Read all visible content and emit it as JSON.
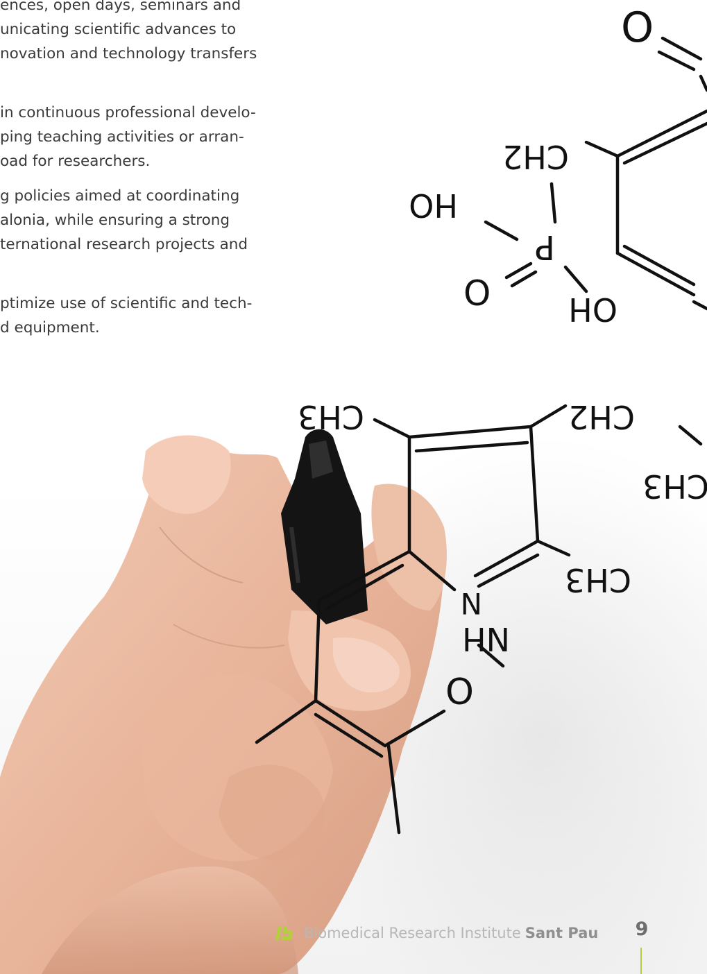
{
  "body_text": {
    "paragraphs": [
      {
        "lines": [
          "ences, open days, seminars and",
          "unicating scientific advances to",
          "novation and technology transfers"
        ]
      },
      {
        "lines": [
          " in continuous professional develo-",
          "ping teaching activities or arran-",
          "oad for researchers."
        ]
      },
      {
        "lines": [
          "g policies aimed at coordinating",
          "alonia, while ensuring a strong",
          "ternational research projects and"
        ]
      },
      {
        "lines": [
          "ptimize use of scientific and tech-",
          "d equipment."
        ]
      }
    ]
  },
  "molecule_labels": {
    "top_o": "O",
    "top_ch2": "CH2",
    "oh_left": "HO",
    "p": "P",
    "o_low": "O",
    "oh_bottom": "OH",
    "mid_ch3": "CH3",
    "mid_ch2": "CH2",
    "right_ch3": "CH3",
    "lower_ch3": "CH3",
    "n": "N",
    "nh": "NH",
    "ring_o": "O"
  },
  "footer": {
    "institute_text": "Biomedical Research Institute",
    "institute_bold": "Sant Pau",
    "page_number": "9"
  },
  "colors": {
    "accent_green": "#b3cf3c",
    "body_text": "#3a3a3a",
    "ink": "#111111"
  }
}
